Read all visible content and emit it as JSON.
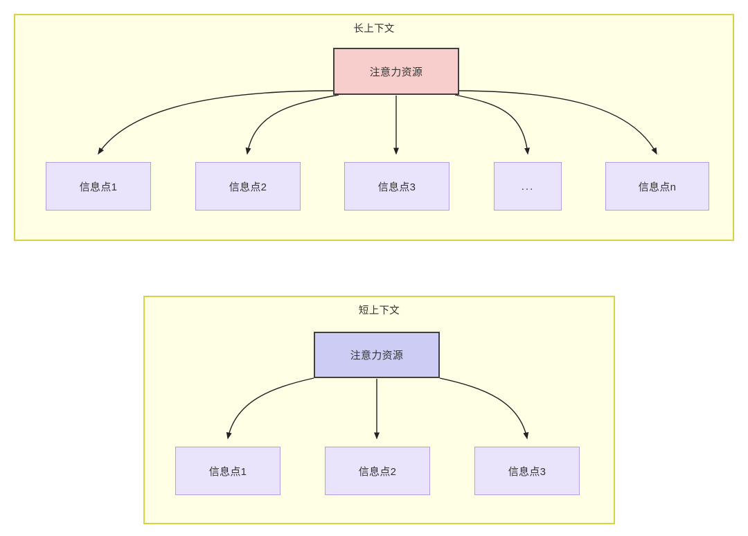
{
  "diagram": {
    "type": "flow-diagram",
    "background": "#ffffff",
    "colors": {
      "container_fill": "#ffffe6",
      "container_border": "#d6d34b",
      "root_long_fill": "#f8cecc",
      "root_short_fill": "#ccccf5",
      "node_border_dark": "#3f3f3f",
      "info_fill": "#e9e4fb",
      "info_border": "#b39ddb",
      "edge_stroke": "#222222",
      "text": "#333333"
    },
    "groups": [
      {
        "id": "long-context",
        "title": "长上下文",
        "root": {
          "label": "注意力资源"
        },
        "children": [
          {
            "label": "信息点1"
          },
          {
            "label": "信息点2"
          },
          {
            "label": "信息点3"
          },
          {
            "label": "..."
          },
          {
            "label": "信息点n"
          }
        ]
      },
      {
        "id": "short-context",
        "title": "短上下文",
        "root": {
          "label": "注意力资源"
        },
        "children": [
          {
            "label": "信息点1"
          },
          {
            "label": "信息点2"
          },
          {
            "label": "信息点3"
          }
        ]
      }
    ]
  }
}
